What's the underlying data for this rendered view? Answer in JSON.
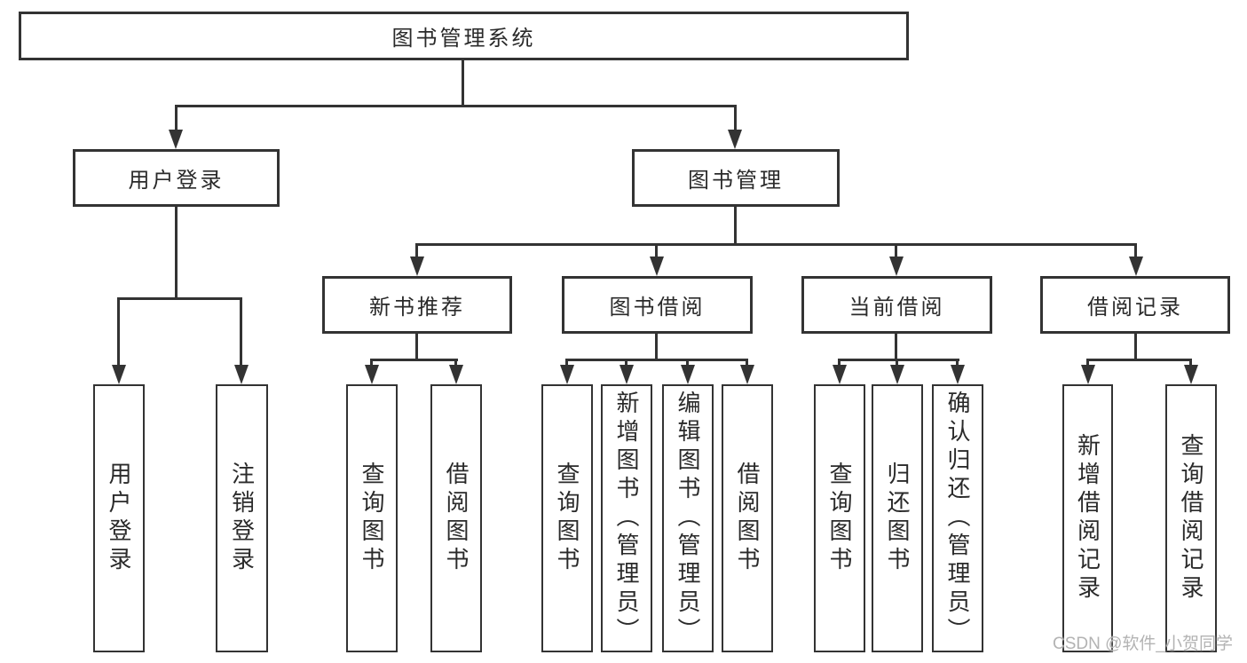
{
  "tree": {
    "root": {
      "label": "图书管理系统"
    },
    "branches": [
      {
        "label": "用户登录",
        "leaves": [
          "用户登录",
          "注销登录"
        ]
      },
      {
        "label": "图书管理",
        "children": [
          {
            "label": "新书推荐",
            "leaves": [
              "查询图书",
              "借阅图书"
            ]
          },
          {
            "label": "图书借阅",
            "leaves": [
              "查询图书",
              "新增图书（管理员）",
              "编辑图书（管理员）",
              "借阅图书"
            ]
          },
          {
            "label": "当前借阅",
            "leaves": [
              "查询图书",
              "归还图书",
              "确认归还（管理员）"
            ]
          },
          {
            "label": "借阅记录",
            "leaves": [
              "新增借阅记录",
              "查询借阅记录"
            ]
          }
        ]
      }
    ]
  },
  "watermark": {
    "text": "CSDN @软件_小贺同学"
  },
  "colors": {
    "line": "#333333",
    "text": "#2a2a2a",
    "background": "#ffffff",
    "watermark": "#b3b3b3"
  }
}
